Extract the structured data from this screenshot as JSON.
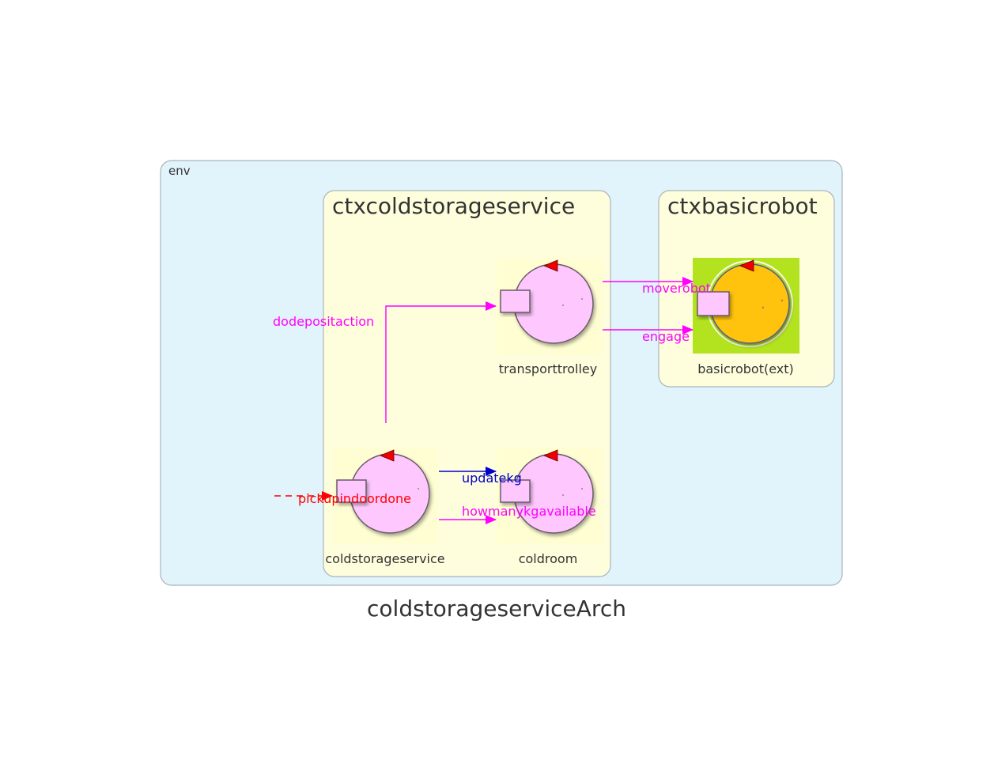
{
  "diagram": {
    "title": "coldstorageserviceArch",
    "env_label": "env",
    "contexts": [
      {
        "id": "ctxcoldstorageservice",
        "label": "ctxcoldstorageservice"
      },
      {
        "id": "ctxbasicrobot",
        "label": "ctxbasicrobot"
      }
    ],
    "actors": {
      "transporttrolley": "transporttrolley",
      "coldstorageservice": "coldstorageservice",
      "coldroom": "coldroom",
      "basicrobot": "basicrobot(ext)"
    },
    "messages": {
      "dodepositaction": "dodepositaction",
      "moverobot": "moverobot",
      "engage": "engage",
      "updatekg": "updatekg",
      "howmanykgavailable": "howmanykgavailable",
      "pickupindoordone": "pickupindoordone"
    },
    "colors": {
      "env_fill": "#e1f3fb",
      "context_fill": "#fefedd",
      "actor_fill": "#fec8fe",
      "actor_bg": "#fefed2",
      "external_fill": "#ffc20f",
      "external_bg": "#b3e21e",
      "request_arrow": "#ff00ff",
      "dispatch_arrow": "#0000cc",
      "event_arrow": "#ff0000",
      "text": "#333333"
    }
  }
}
